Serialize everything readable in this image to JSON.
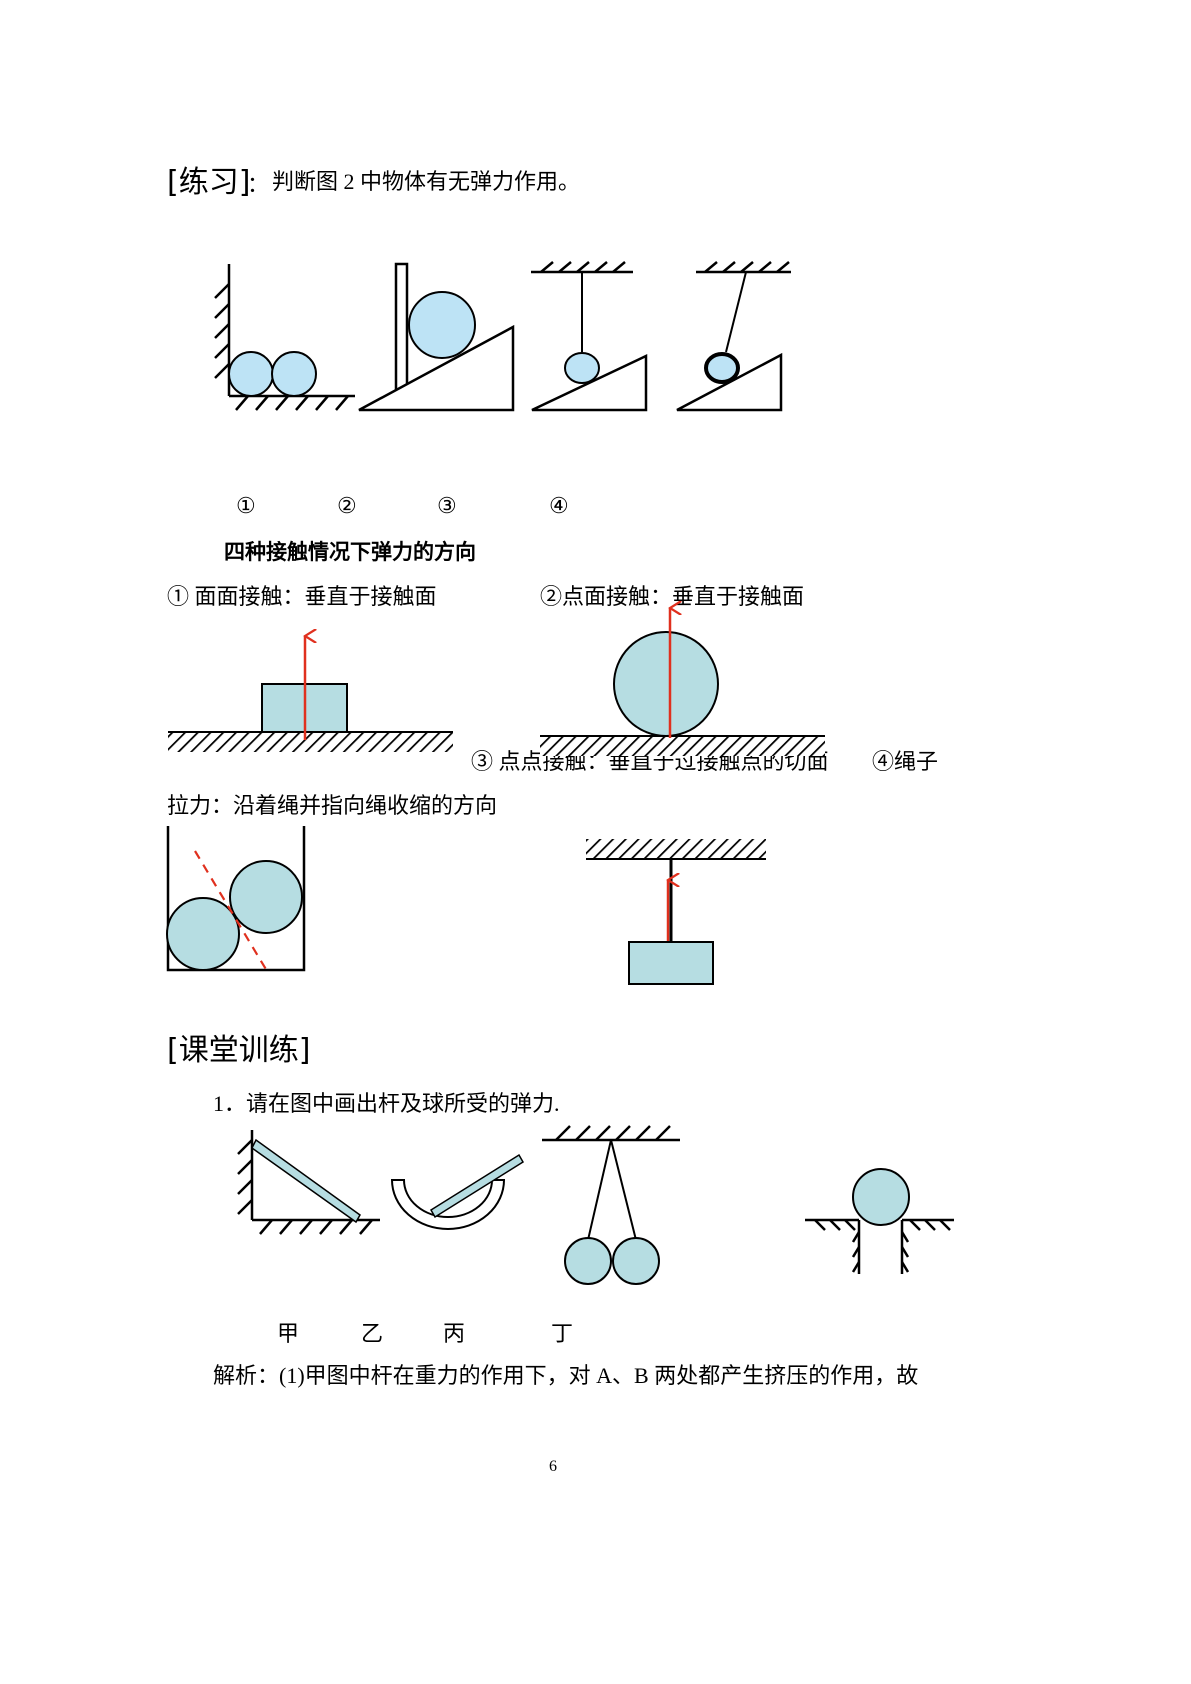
{
  "practice": {
    "heading": "[练习]",
    "colon": "：",
    "instruction": "判断图 2 中物体有无弹力作用。",
    "figure_labels": [
      "①",
      "②",
      "③",
      "④"
    ]
  },
  "four_cases": {
    "title": "四种接触情况下弹力的方向",
    "case1": "① 面面接触：垂直于接触面",
    "case2": "②点面接触：垂直于接触面",
    "case3": "③ 点点接触：垂直于过接触点的切面",
    "case4_a": "④绳子",
    "case4_b": "拉力：沿着绳并指向绳收缩的方向"
  },
  "training": {
    "heading": "[课堂训练]",
    "question1": "1．请在图中画出杆及球所受的弹力.",
    "figure_labels": [
      "甲",
      "乙",
      "丙",
      "丁"
    ],
    "analysis": "解析：(1)甲图中杆在重力的作用下，对 A、B 两处都产生挤压的作用，故"
  },
  "page_number": "6",
  "colors": {
    "ball_fill": "#bde3f5",
    "block_fill": "#b6dde2",
    "arrow_red": "#e0301e"
  }
}
